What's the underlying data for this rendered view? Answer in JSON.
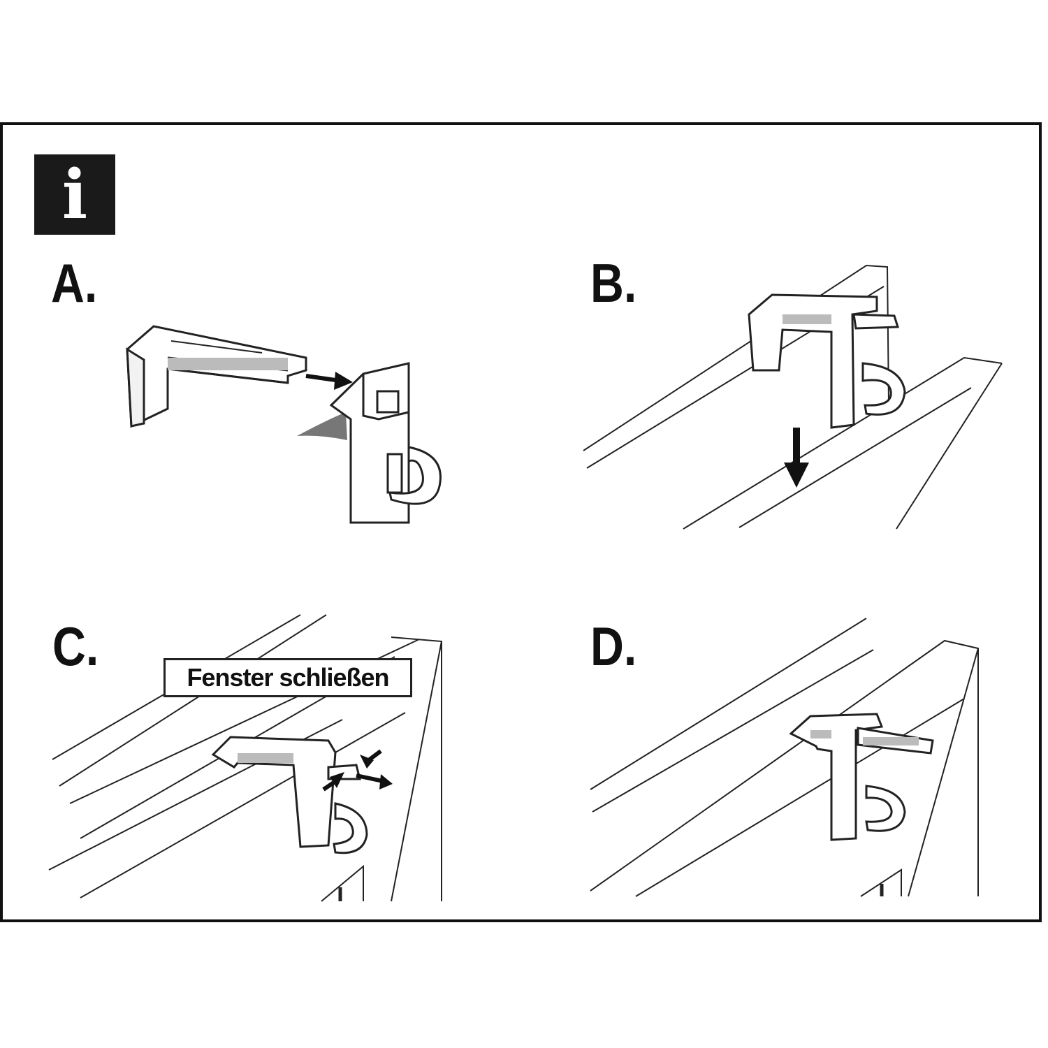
{
  "info_icon": {
    "label": "i"
  },
  "steps": [
    {
      "label": "A."
    },
    {
      "label": "B."
    },
    {
      "label": "C."
    },
    {
      "label": "D."
    }
  ],
  "callout": {
    "text": "Fenster schließen"
  },
  "colors": {
    "ink": "#111111",
    "gray": "#777777",
    "paper": "#ffffff"
  }
}
